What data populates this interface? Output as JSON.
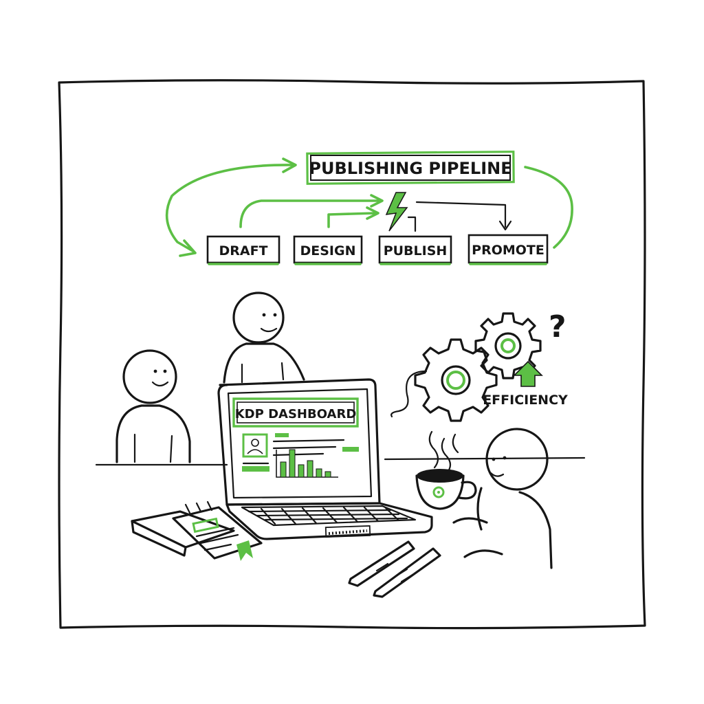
{
  "pipeline": {
    "title": "PUBLISHING PIPELINE",
    "steps": [
      {
        "label": "DRAFT"
      },
      {
        "label": "DESIGN"
      },
      {
        "label": "PUBLISH"
      },
      {
        "label": "PROMOTE"
      }
    ]
  },
  "laptop": {
    "screen_title": "KDP DASHBOARD",
    "chart_bars": [
      0.55,
      1.0,
      0.45,
      0.6,
      0.3,
      0.2
    ]
  },
  "gears": {
    "label": "EFFICIENCY",
    "question_mark": "?"
  },
  "colors": {
    "ink": "#161616",
    "accent": "#5cbf45",
    "background": "#ffffff"
  },
  "icons": [
    "lightning-icon",
    "gear-icon",
    "up-arrow-icon",
    "coffee-cup-icon",
    "notebook-icon",
    "pen-icon",
    "bookmark-icon"
  ]
}
